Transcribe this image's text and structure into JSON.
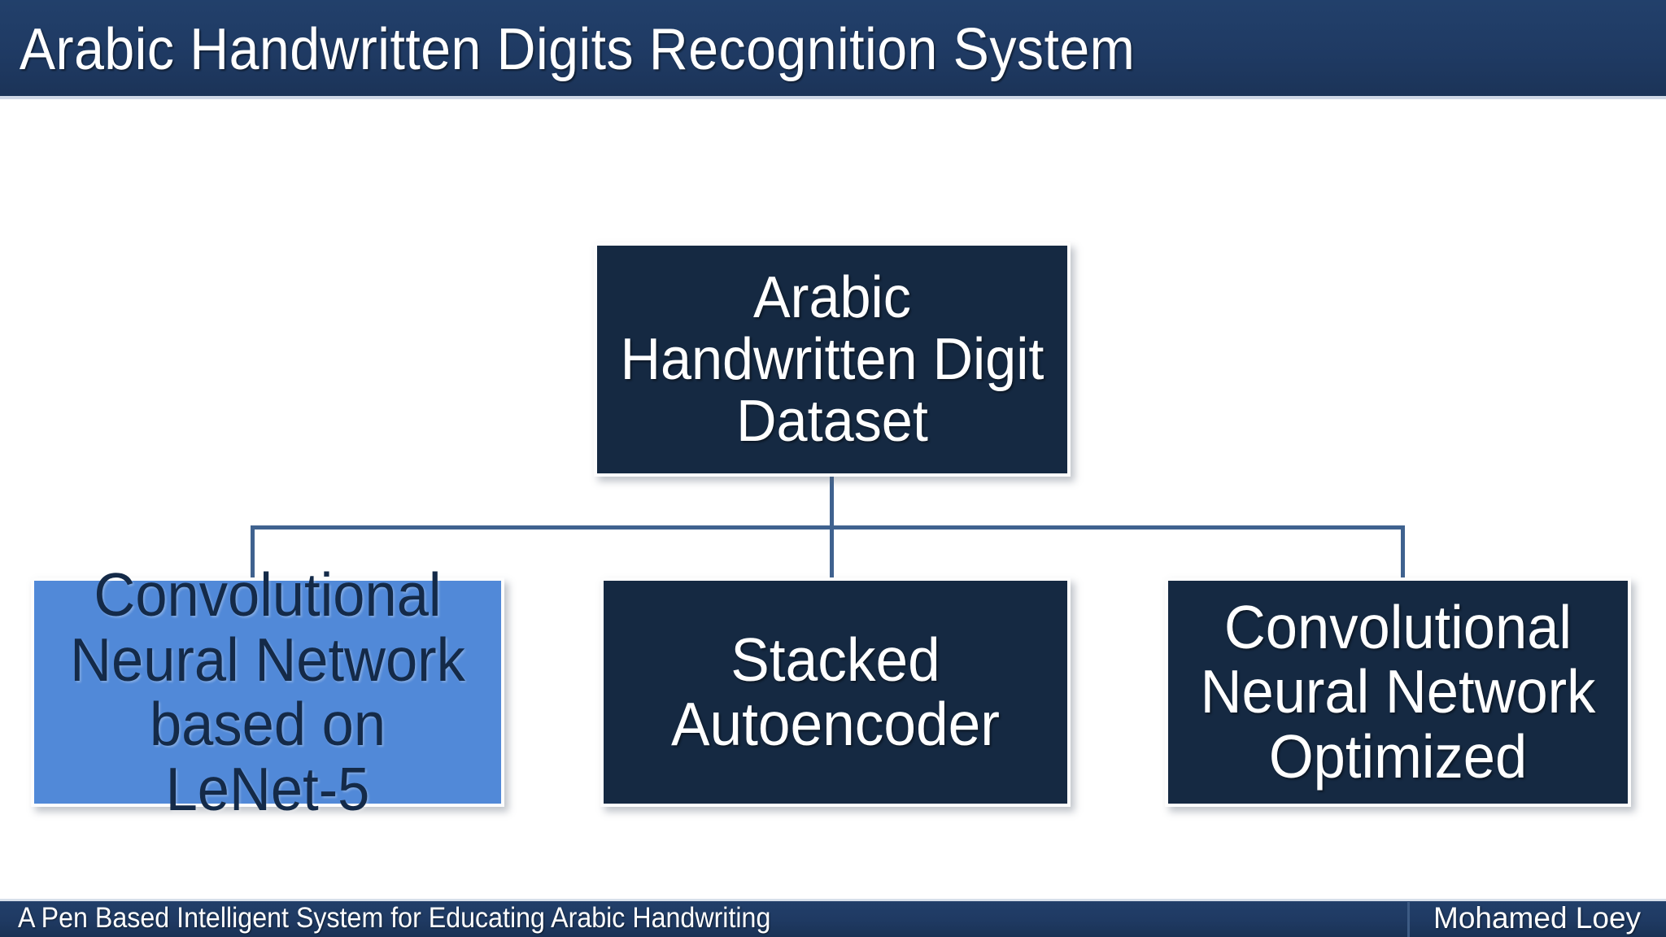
{
  "slide": {
    "title": "Arabic Handwritten Digits Recognition System",
    "background_color": "#FFFFFF"
  },
  "theme": {
    "bar_navy": "#1F3A63",
    "node_navy": "#152942",
    "accent_blue": "#5189D8",
    "connector_blue": "#3F628F",
    "text_white": "#FFFFFF",
    "accent_text_navy": "#142A48"
  },
  "diagram": {
    "type": "hierarchy",
    "root": {
      "id": "arabic-handwritten-digit-dataset",
      "label": "Arabic\nHandwritten Digit\nDataset",
      "style": "dark"
    },
    "children": [
      {
        "id": "cnn-lenet5",
        "label": "Convolutional\nNeural Network\nbased on LeNet-5",
        "style": "accent",
        "highlighted": true
      },
      {
        "id": "stacked-autoencoder",
        "label": "Stacked\nAutoencoder",
        "style": "dark",
        "highlighted": false
      },
      {
        "id": "cnn-optimized",
        "label": "Convolutional\nNeural Network\nOptimized",
        "style": "dark",
        "highlighted": false
      }
    ]
  },
  "footer": {
    "caption": "A Pen Based Intelligent System for Educating Arabic Handwriting",
    "author": "Mohamed Loey"
  }
}
